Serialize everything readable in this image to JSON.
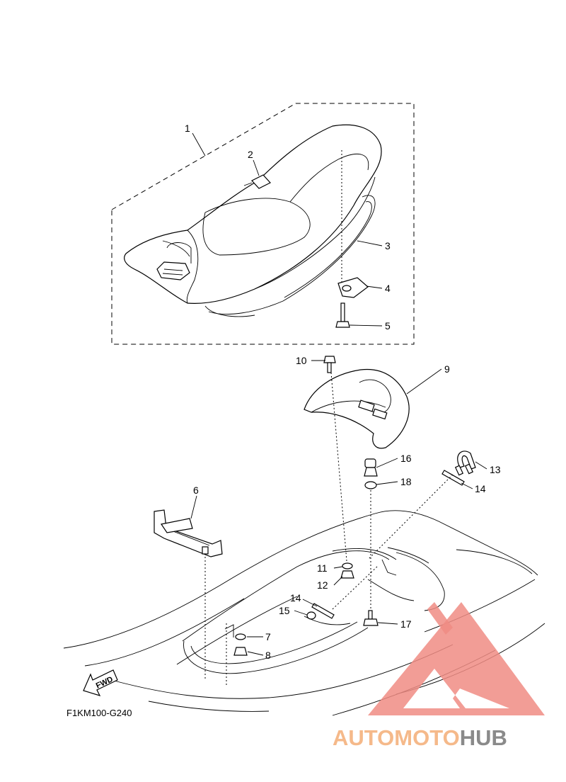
{
  "diagram": {
    "code": "F1KM100-G240",
    "fwd_label": "FWD",
    "callouts": [
      {
        "id": "c1",
        "label": "1"
      },
      {
        "id": "c2",
        "label": "2"
      },
      {
        "id": "c3",
        "label": "3"
      },
      {
        "id": "c4",
        "label": "4"
      },
      {
        "id": "c5",
        "label": "5"
      },
      {
        "id": "c6",
        "label": "6"
      },
      {
        "id": "c7",
        "label": "7"
      },
      {
        "id": "c8",
        "label": "8"
      },
      {
        "id": "c9",
        "label": "9"
      },
      {
        "id": "c10",
        "label": "10"
      },
      {
        "id": "c11",
        "label": "11"
      },
      {
        "id": "c12",
        "label": "12"
      },
      {
        "id": "c13",
        "label": "13"
      },
      {
        "id": "c14a",
        "label": "14"
      },
      {
        "id": "c14b",
        "label": "14"
      },
      {
        "id": "c15",
        "label": "15"
      },
      {
        "id": "c16",
        "label": "16"
      },
      {
        "id": "c17",
        "label": "17"
      },
      {
        "id": "c18",
        "label": "18"
      }
    ]
  },
  "watermark": {
    "part1": "AUTOMOTO",
    "part2": "HUB",
    "colors": {
      "accent": "#f08c84",
      "orange": "#f5b98a",
      "gray": "#8a8a8a"
    }
  }
}
